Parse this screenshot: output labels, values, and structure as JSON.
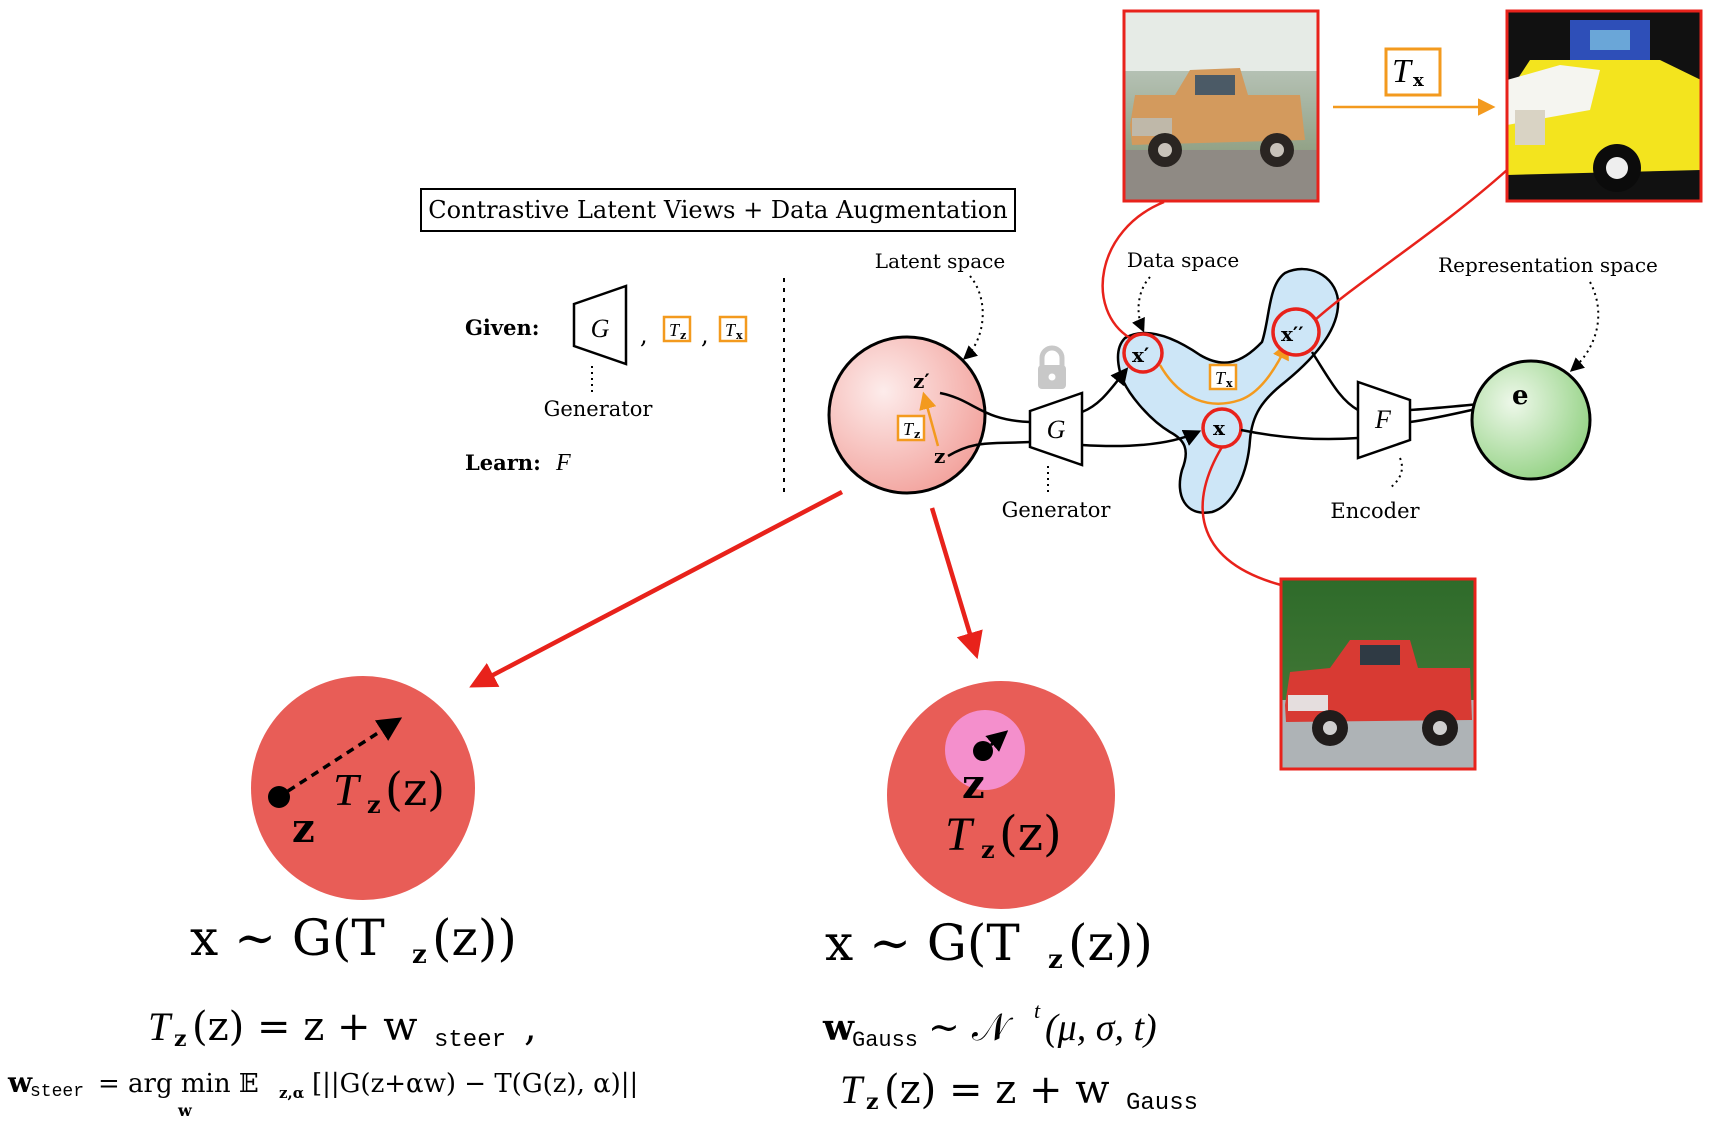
{
  "title": "Contrastive Latent Views + Data Augmentation",
  "given": {
    "label": "Given:",
    "generator_symbol": "G",
    "sep1": ",",
    "sep2": ",",
    "tz_symbol": "T",
    "tz_sub": "z",
    "tx_symbol": "T",
    "tx_sub": "x",
    "generator_caption": "Generator"
  },
  "learn": {
    "label": "Learn:",
    "symbol": "F"
  },
  "pipeline": {
    "latent_space_label": "Latent space",
    "data_space_label": "Data space",
    "representation_space_label": "Representation space",
    "generator_label": "Generator",
    "encoder_label": "Encoder",
    "generator_symbol": "G",
    "encoder_symbol": "F",
    "z_prime": "z′",
    "z": "z",
    "x_prime": "x′",
    "x_double_prime": "x′′",
    "x": "x",
    "e": "e",
    "tz_symbol": "T",
    "tz_sub": "z",
    "tx_symbol": "T",
    "tx_sub": "x",
    "big_tx_symbol": "T",
    "big_tx_sub": "x"
  },
  "images": {
    "original_truck": "orange pickup truck photo",
    "augmented_truck": "color-augmented pickup truck photo",
    "generated_truck": "red pickup truck photo"
  },
  "colors": {
    "accent_red": "#e8221b",
    "orange": "#f39a1e",
    "latent_fill": "#f7c9c6",
    "data_fill": "#cde6f7",
    "rep_fill": "#a8dc9c",
    "big_circle": "#e85d57",
    "pink": "#f48fcc"
  },
  "left_panel": {
    "z": "z",
    "tz_label": "T",
    "tz_sub": "z",
    "tz_arg": "(z)",
    "sample_eq": "x ∼ G(T",
    "sample_sub": "z",
    "sample_end": "(z))",
    "eq1_left": "T",
    "eq1_sub": "z",
    "eq1_mid": "(z) = z + w",
    "eq1_wsub": "steer",
    "eq1_end": ",",
    "eq2_w": "w",
    "eq2_wsub": "steer",
    "eq2_mid": " = arg min 𝔼",
    "eq2_esub": "z,α",
    "eq2_end": "[||G(z+αw) − T(G(z), α)||",
    "eq2_under": "w"
  },
  "right_panel": {
    "z": "z",
    "tz_label": "T",
    "tz_sub": "z",
    "tz_arg": "(z)",
    "sample_eq": "x ∼ G(T",
    "sample_sub": "z",
    "sample_end": "(z))",
    "eq1_w": "w",
    "eq1_wsub": "Gauss",
    "eq1_end": " ∼ 𝒩",
    "eq1_sup": "t",
    "eq1_args": "(μ, σ, t)",
    "eq2_left": "T",
    "eq2_sub": "z",
    "eq2_mid": "(z) = z + w",
    "eq2_wsub": "Gauss"
  }
}
